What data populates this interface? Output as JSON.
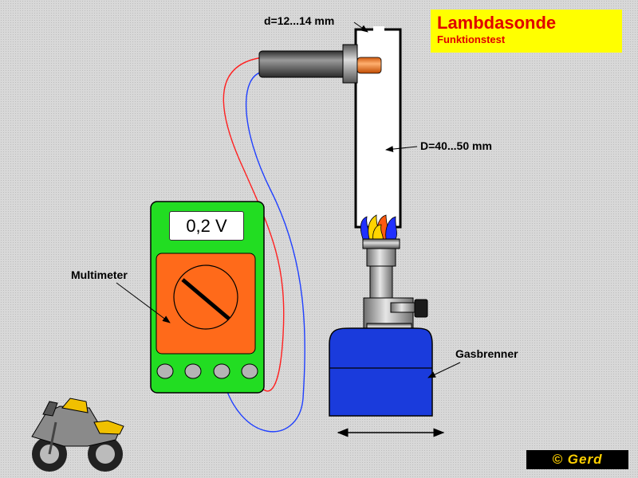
{
  "title": {
    "main": "Lambdasonde",
    "sub": "Funktionstest"
  },
  "labels": {
    "small_diameter": "d=12...14 mm",
    "tube_diameter": "D=40...50 mm",
    "multimeter": "Multimeter",
    "burner": "Gasbrenner"
  },
  "multimeter": {
    "reading": "0,2 V"
  },
  "copyright": "© Gerd",
  "colors": {
    "title_bg": "#ffff00",
    "title_text": "#e00000",
    "multimeter_body": "#22dd22",
    "dial_panel": "#ff6a1a",
    "burner": "#1a3bdc",
    "wire_red": "#ff2020",
    "wire_blue": "#2040ff",
    "probe_tip": "#ff8a2a"
  },
  "icons": [
    "motorcycle-icon",
    "flame-icon",
    "lambda-probe-icon"
  ]
}
